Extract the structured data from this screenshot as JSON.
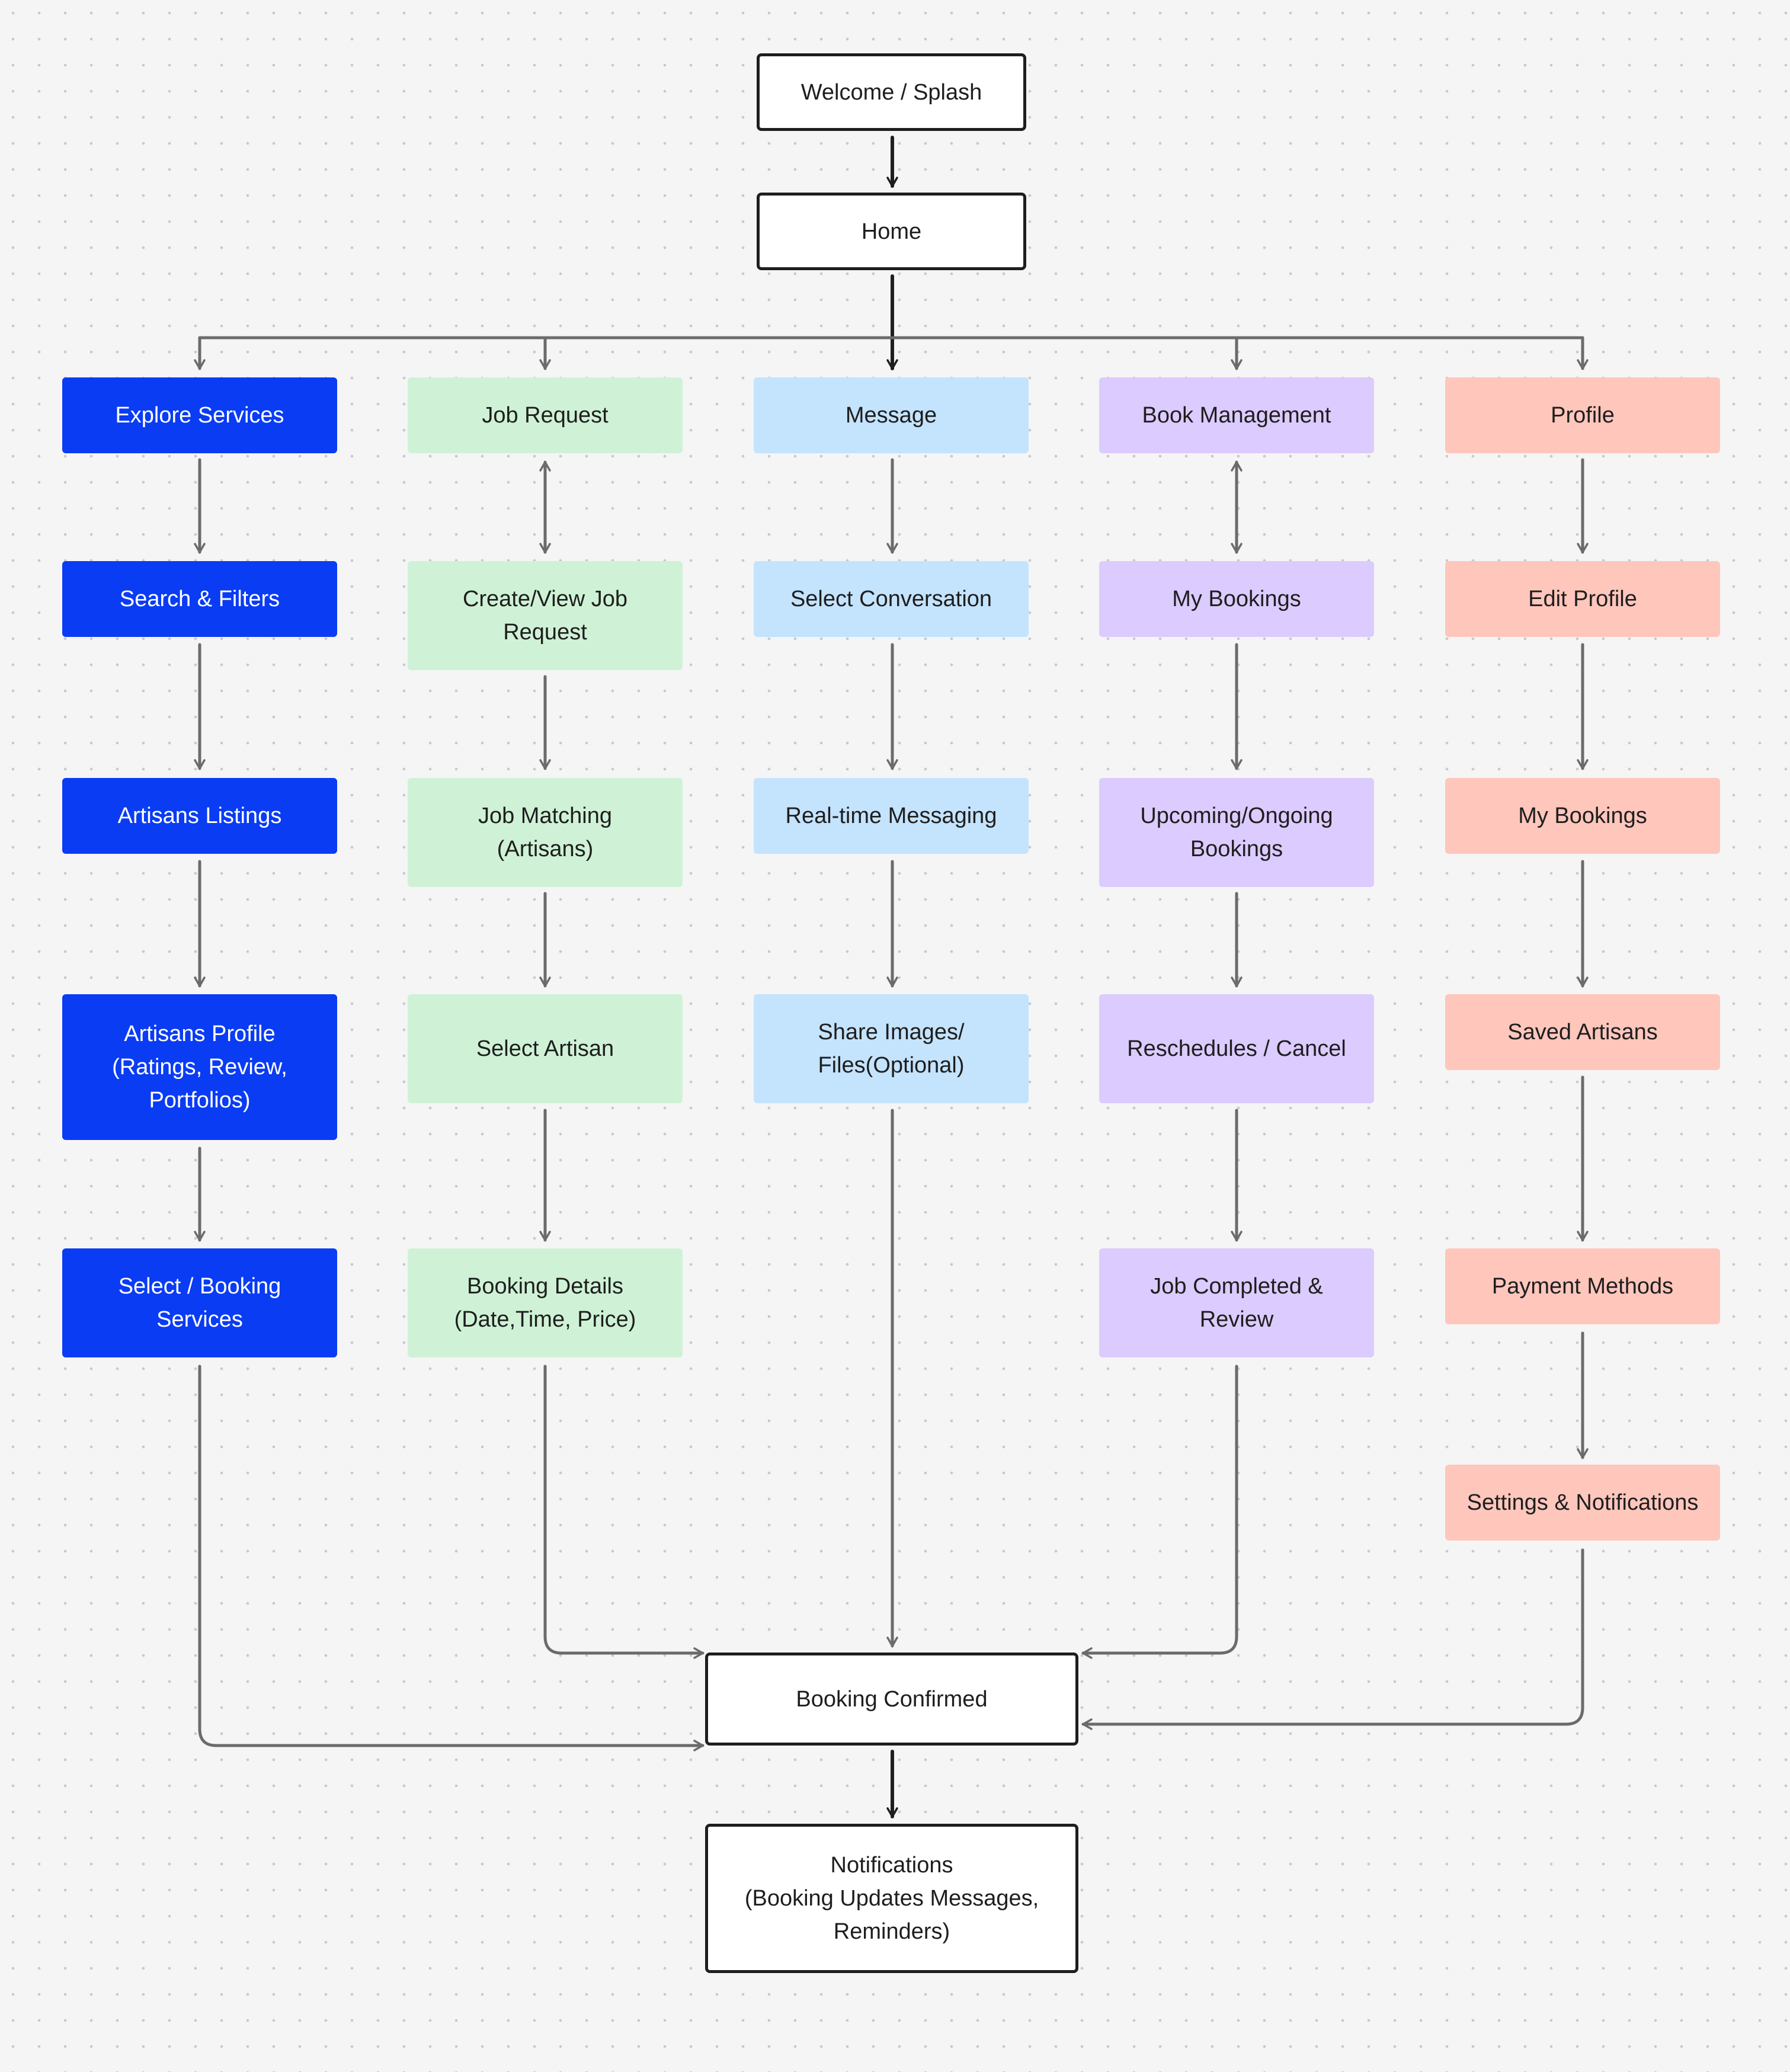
{
  "diagram": {
    "nodes": {
      "welcome": "Welcome / Splash",
      "home": "Home",
      "explore_services": "Explore Services",
      "search_filters": "Search & Filters",
      "artisans_listings": "Artisans Listings",
      "artisans_profile": "Artisans Profile\n(Ratings, Review,\nPortfolios)",
      "select_booking_services": "Select / Booking\nServices",
      "job_request": "Job Request",
      "create_view_job_request": "Create/View Job\nRequest",
      "job_matching": "Job Matching\n(Artisans)",
      "select_artisan": "Select Artisan",
      "booking_details": "Booking Details\n(Date,Time, Price)",
      "message": "Message",
      "select_conversation": "Select Conversation",
      "realtime_messaging": "Real-time Messaging",
      "share_images": "Share Images/\nFiles(Optional)",
      "book_management": "Book Management",
      "my_bookings_1": "My Bookings",
      "upcoming_ongoing": "Upcoming/Ongoing\nBookings",
      "reschedules_cancel": "Reschedules / Cancel",
      "job_completed": "Job Completed &\nReview",
      "profile": "Profile",
      "edit_profile": "Edit Profile",
      "my_bookings_2": "My Bookings",
      "saved_artisans": "Saved Artisans",
      "payment_methods": "Payment Methods",
      "settings_notifications": "Settings & Notifications",
      "booking_confirmed": "Booking Confirmed",
      "notifications": "Notifications\n(Booking Updates Messages,\nReminders)"
    },
    "edges": [
      {
        "from": "welcome",
        "to": "home"
      },
      {
        "from": "home",
        "to": "explore_services"
      },
      {
        "from": "home",
        "to": "job_request"
      },
      {
        "from": "home",
        "to": "message"
      },
      {
        "from": "home",
        "to": "book_management"
      },
      {
        "from": "home",
        "to": "profile"
      },
      {
        "from": "explore_services",
        "to": "search_filters"
      },
      {
        "from": "search_filters",
        "to": "artisans_listings"
      },
      {
        "from": "artisans_listings",
        "to": "artisans_profile"
      },
      {
        "from": "artisans_profile",
        "to": "select_booking_services"
      },
      {
        "from": "select_booking_services",
        "to": "booking_confirmed"
      },
      {
        "from": "job_request",
        "to": "create_view_job_request",
        "bidirectional": true
      },
      {
        "from": "create_view_job_request",
        "to": "job_matching"
      },
      {
        "from": "job_matching",
        "to": "select_artisan"
      },
      {
        "from": "select_artisan",
        "to": "booking_details"
      },
      {
        "from": "booking_details",
        "to": "booking_confirmed"
      },
      {
        "from": "message",
        "to": "select_conversation"
      },
      {
        "from": "select_conversation",
        "to": "realtime_messaging"
      },
      {
        "from": "realtime_messaging",
        "to": "share_images"
      },
      {
        "from": "share_images",
        "to": "booking_confirmed"
      },
      {
        "from": "book_management",
        "to": "my_bookings_1",
        "bidirectional": true
      },
      {
        "from": "my_bookings_1",
        "to": "upcoming_ongoing"
      },
      {
        "from": "upcoming_ongoing",
        "to": "reschedules_cancel"
      },
      {
        "from": "reschedules_cancel",
        "to": "job_completed"
      },
      {
        "from": "job_completed",
        "to": "booking_confirmed"
      },
      {
        "from": "profile",
        "to": "edit_profile"
      },
      {
        "from": "edit_profile",
        "to": "my_bookings_2"
      },
      {
        "from": "my_bookings_2",
        "to": "saved_artisans"
      },
      {
        "from": "saved_artisans",
        "to": "payment_methods"
      },
      {
        "from": "payment_methods",
        "to": "settings_notifications"
      },
      {
        "from": "settings_notifications",
        "to": "booking_confirmed"
      },
      {
        "from": "booking_confirmed",
        "to": "notifications"
      }
    ],
    "colors": {
      "explore_column": "#0a3cf4",
      "job_request_column": "#cff2d6",
      "message_column": "#c4e3fd",
      "book_management_column": "#dccbfe",
      "profile_column": "#ffc6bc",
      "outline": "#1e1e1e",
      "connector_gray": "#6b6b6b",
      "connector_dark": "#1e1e1e"
    }
  }
}
